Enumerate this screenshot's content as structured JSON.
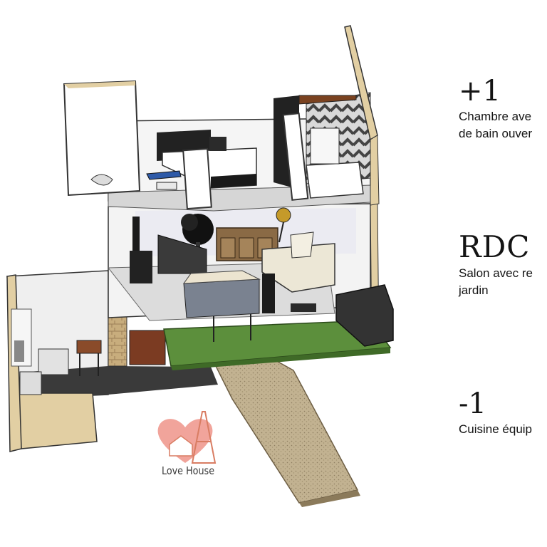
{
  "levels": [
    {
      "number": "+1",
      "description": "Chambre ave\nde bain ouver"
    },
    {
      "number": "RDC",
      "description": "Salon avec re\njardin"
    },
    {
      "number": "-1",
      "description": "Cuisine équip"
    }
  ],
  "logo": {
    "text": "Love House",
    "icon": "heart-house-eiffel-tower-logo"
  },
  "colors": {
    "wall": "#e2cfa3",
    "floor": "#e7e7e7",
    "grass": "#5c8f3c",
    "path": "#b9a887",
    "heart": "#f1a49b",
    "tower": "#d97d63"
  }
}
